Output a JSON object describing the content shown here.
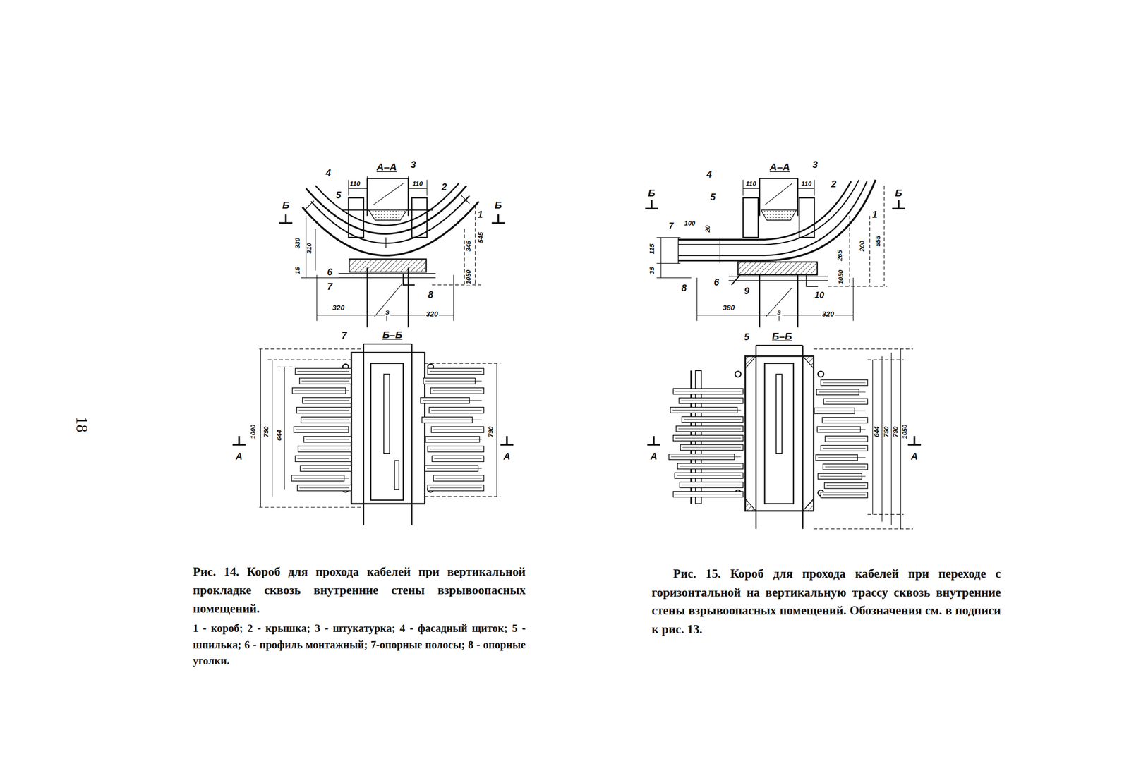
{
  "diagram": {
    "labels": [
      "А–А",
      "3",
      "4",
      "110",
      "110",
      "2",
      "5",
      "1",
      "Б",
      "Б",
      "330",
      "310",
      "15",
      "545",
      "345",
      "1050",
      "6",
      "7",
      "8",
      "320",
      "s",
      "320",
      "7",
      "Б–Б",
      "1000",
      "750",
      "644",
      "790",
      "А",
      "А",
      "А–А",
      "3",
      "4",
      "110",
      "110",
      "2",
      "5",
      "Б",
      "Б",
      "1",
      "7",
      "100",
      "20",
      "115",
      "35",
      "8",
      "6",
      "9",
      "10",
      "265",
      "200",
      "555",
      "1050",
      "380",
      "s",
      "320",
      "5",
      "Б–Б",
      "644",
      "750",
      "790",
      "1050",
      "А",
      "А",
      "18",
      "Рис. 14. Короб для прохода кабелей при вертикальной прокладке сквозь внутренние стены взрывоопасных помещений.",
      "1 - короб; 2 - крышка; 3 - штукатурка; 4 - фасадный щиток; 5 - шпилька; 6 - профиль монтажный; 7-опорные полосы; 8 - опорные уголки.",
      "Рис. 15. Короб для прохода кабелей при переходе с горизонтальной на вертикальную трассу сквозь внутренние стены взрывоопасных помещений. Обозначения см. в подписи к рис. 13."
    ]
  }
}
